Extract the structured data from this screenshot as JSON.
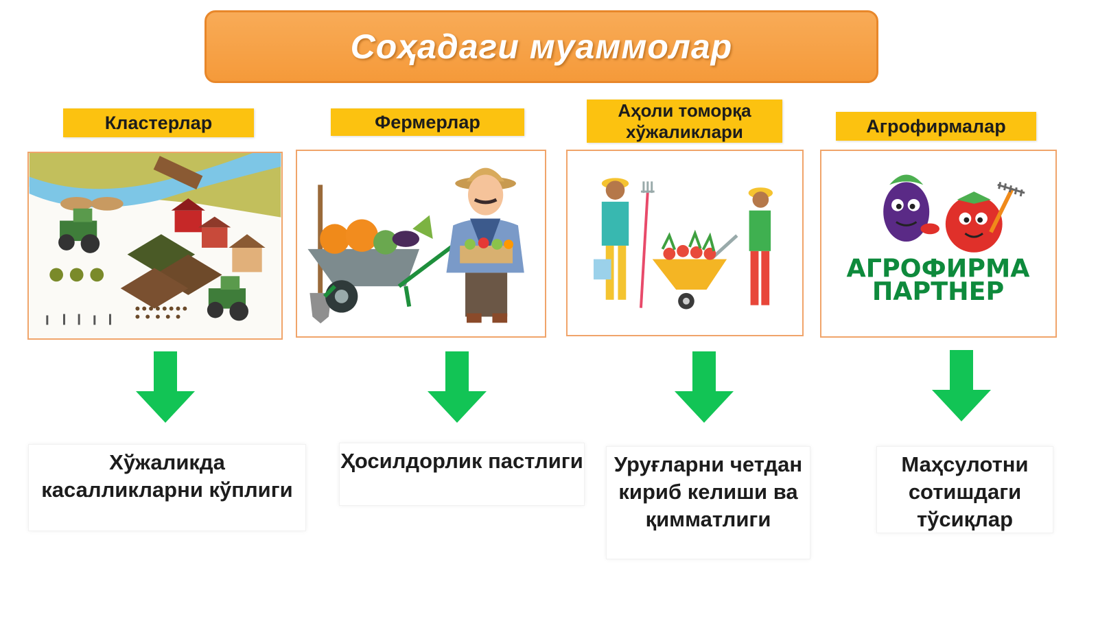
{
  "title": "Соҳадаги муаммолар",
  "columns": [
    {
      "label": "Кластерлар",
      "problem": "Хўжаликда касалликларни кўплиги"
    },
    {
      "label": "Фермерлар",
      "problem": "Ҳосилдорлик пастлиги"
    },
    {
      "label": "Аҳоли томорқа хўжаликлари",
      "problem": "Уруғларни четдан кириб келиши ва қимматлиги"
    },
    {
      "label": "Агрофирмалар",
      "problem": "Маҳсулотни сотишдаги тўсиқлар"
    }
  ],
  "logo": {
    "line1": "АГРОФИРМА",
    "line2": "ПАРТНЕР"
  },
  "colors": {
    "title_bg": "#f59a3a",
    "label_bg": "#fcc210",
    "arrow": "#12c455",
    "panel_border": "#f0a46a",
    "logo_green": "#0e8a3c"
  },
  "icons": [
    "farm-cluster-illustration",
    "farmer-wheelbarrow-illustration",
    "gardeners-illustration",
    "agrofirm-logo",
    "down-arrow-icon"
  ]
}
